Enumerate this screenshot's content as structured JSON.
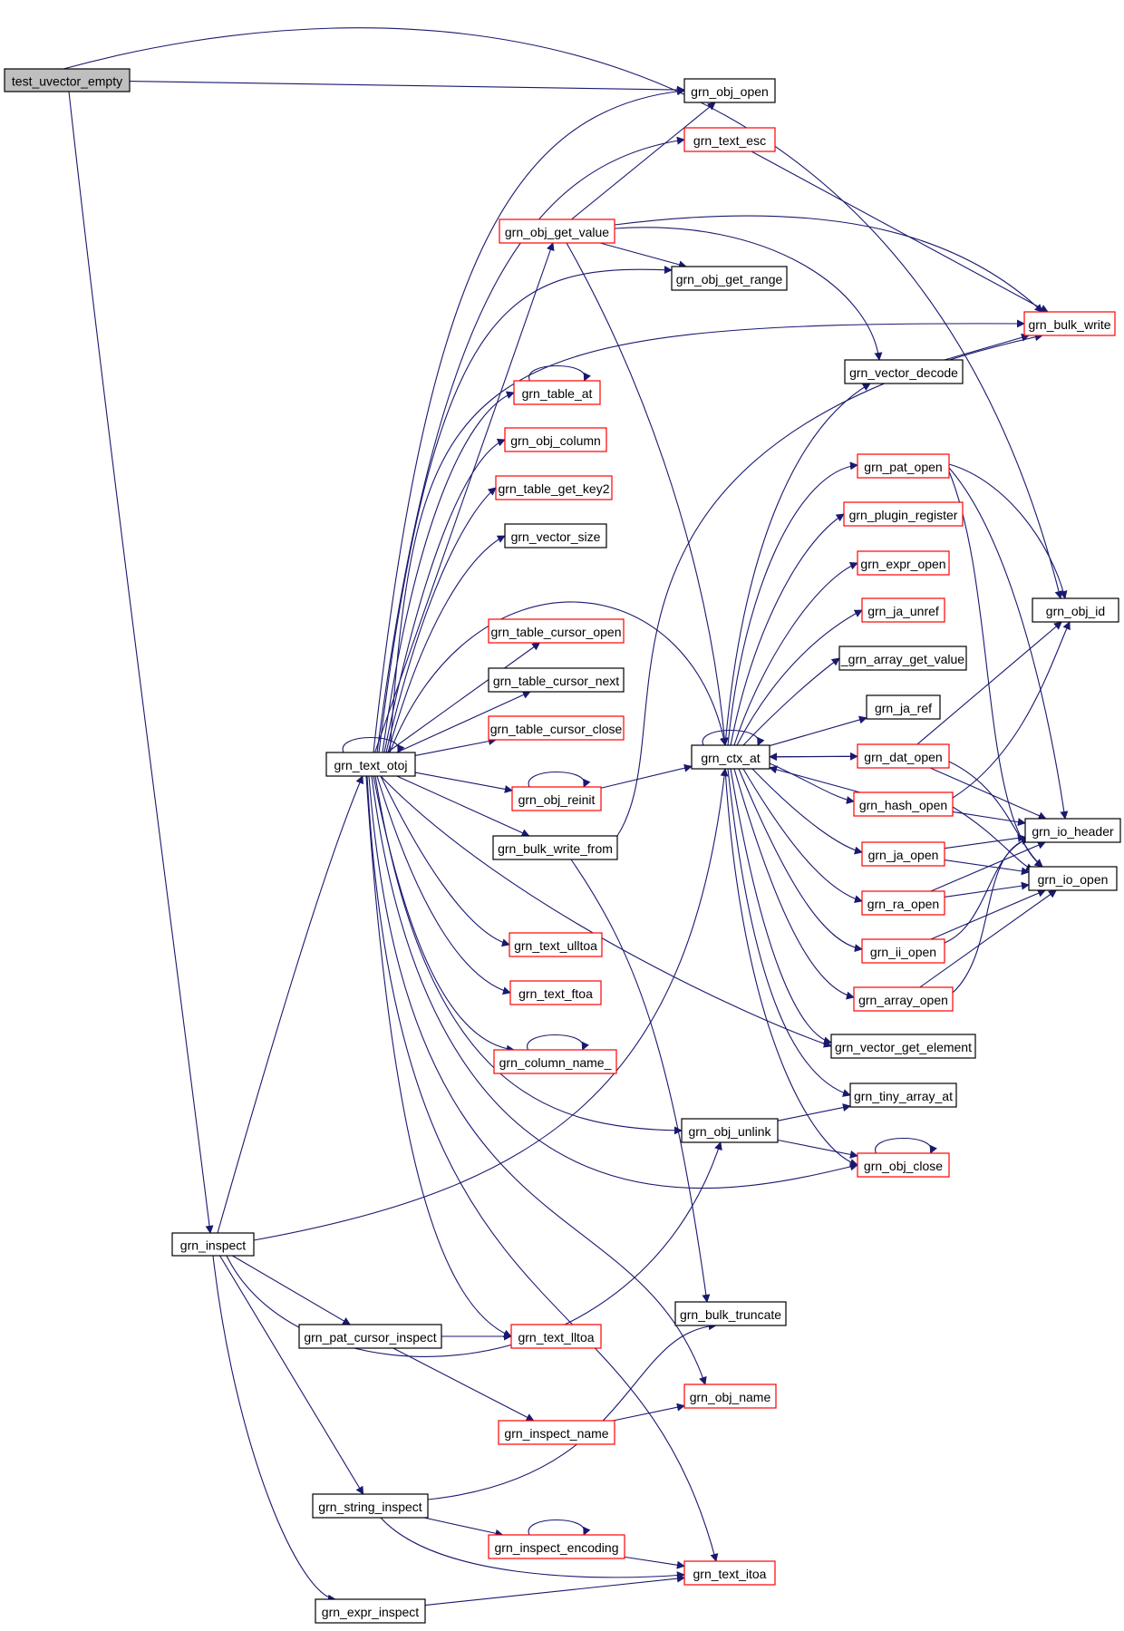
{
  "colors": {
    "edge": "#191970",
    "node_border": "#000000",
    "external_node_border": "#ff0000",
    "root_fill": "#bfbfbf",
    "node_fill": "#ffffff"
  },
  "nodes": [
    {
      "id": "test_uvector_empty",
      "label": "test_uvector_empty",
      "style": "root"
    },
    {
      "id": "grn_obj_open",
      "label": "grn_obj_open",
      "style": "normal"
    },
    {
      "id": "grn_text_esc",
      "label": "grn_text_esc",
      "style": "external"
    },
    {
      "id": "grn_obj_get_value",
      "label": "grn_obj_get_value",
      "style": "external"
    },
    {
      "id": "grn_obj_get_range",
      "label": "grn_obj_get_range",
      "style": "normal"
    },
    {
      "id": "grn_bulk_write",
      "label": "grn_bulk_write",
      "style": "external"
    },
    {
      "id": "grn_vector_decode",
      "label": "grn_vector_decode",
      "style": "normal"
    },
    {
      "id": "grn_table_at",
      "label": "grn_table_at",
      "style": "external"
    },
    {
      "id": "grn_obj_column",
      "label": "grn_obj_column",
      "style": "external"
    },
    {
      "id": "grn_pat_open",
      "label": "grn_pat_open",
      "style": "external"
    },
    {
      "id": "grn_table_get_key2",
      "label": "grn_table_get_key2",
      "style": "external"
    },
    {
      "id": "grn_plugin_register",
      "label": "grn_plugin_register",
      "style": "external"
    },
    {
      "id": "grn_vector_size",
      "label": "grn_vector_size",
      "style": "normal"
    },
    {
      "id": "grn_expr_open",
      "label": "grn_expr_open",
      "style": "external"
    },
    {
      "id": "grn_ja_unref",
      "label": "grn_ja_unref",
      "style": "external"
    },
    {
      "id": "grn_obj_id",
      "label": "grn_obj_id",
      "style": "normal"
    },
    {
      "id": "grn_table_cursor_open",
      "label": "grn_table_cursor_open",
      "style": "external"
    },
    {
      "id": "_grn_array_get_value",
      "label": "_grn_array_get_value",
      "style": "normal"
    },
    {
      "id": "grn_table_cursor_next",
      "label": "grn_table_cursor_next",
      "style": "normal"
    },
    {
      "id": "grn_ja_ref",
      "label": "grn_ja_ref",
      "style": "normal"
    },
    {
      "id": "grn_table_cursor_close",
      "label": "grn_table_cursor_close",
      "style": "external"
    },
    {
      "id": "grn_text_otoj",
      "label": "grn_text_otoj",
      "style": "normal"
    },
    {
      "id": "grn_ctx_at",
      "label": "grn_ctx_at",
      "style": "normal"
    },
    {
      "id": "grn_dat_open",
      "label": "grn_dat_open",
      "style": "external"
    },
    {
      "id": "grn_obj_reinit",
      "label": "grn_obj_reinit",
      "style": "external"
    },
    {
      "id": "grn_hash_open",
      "label": "grn_hash_open",
      "style": "external"
    },
    {
      "id": "grn_io_header",
      "label": "grn_io_header",
      "style": "normal"
    },
    {
      "id": "grn_bulk_write_from",
      "label": "grn_bulk_write_from",
      "style": "normal"
    },
    {
      "id": "grn_ja_open",
      "label": "grn_ja_open",
      "style": "external"
    },
    {
      "id": "grn_io_open",
      "label": "grn_io_open",
      "style": "normal"
    },
    {
      "id": "grn_ra_open",
      "label": "grn_ra_open",
      "style": "external"
    },
    {
      "id": "grn_text_ulltoa",
      "label": "grn_text_ulltoa",
      "style": "external"
    },
    {
      "id": "grn_ii_open",
      "label": "grn_ii_open",
      "style": "external"
    },
    {
      "id": "grn_text_ftoa",
      "label": "grn_text_ftoa",
      "style": "external"
    },
    {
      "id": "grn_array_open",
      "label": "grn_array_open",
      "style": "external"
    },
    {
      "id": "grn_vector_get_element",
      "label": "grn_vector_get_element",
      "style": "normal"
    },
    {
      "id": "grn_column_name_",
      "label": "grn_column_name_",
      "style": "external"
    },
    {
      "id": "grn_tiny_array_at",
      "label": "grn_tiny_array_at",
      "style": "normal"
    },
    {
      "id": "grn_obj_unlink",
      "label": "grn_obj_unlink",
      "style": "normal"
    },
    {
      "id": "grn_obj_close",
      "label": "grn_obj_close",
      "style": "external"
    },
    {
      "id": "grn_inspect",
      "label": "grn_inspect",
      "style": "normal"
    },
    {
      "id": "grn_bulk_truncate",
      "label": "grn_bulk_truncate",
      "style": "normal"
    },
    {
      "id": "grn_pat_cursor_inspect",
      "label": "grn_pat_cursor_inspect",
      "style": "normal"
    },
    {
      "id": "grn_text_lltoa",
      "label": "grn_text_lltoa",
      "style": "external"
    },
    {
      "id": "grn_obj_name",
      "label": "grn_obj_name",
      "style": "external"
    },
    {
      "id": "grn_inspect_name",
      "label": "grn_inspect_name",
      "style": "external"
    },
    {
      "id": "grn_string_inspect",
      "label": "grn_string_inspect",
      "style": "normal"
    },
    {
      "id": "grn_inspect_encoding",
      "label": "grn_inspect_encoding",
      "style": "external"
    },
    {
      "id": "grn_text_itoa",
      "label": "grn_text_itoa",
      "style": "external"
    },
    {
      "id": "grn_expr_inspect",
      "label": "grn_expr_inspect",
      "style": "normal"
    }
  ],
  "edges": [
    {
      "from": "test_uvector_empty",
      "to": "grn_obj_open"
    },
    {
      "from": "test_uvector_empty",
      "to": "grn_obj_id"
    },
    {
      "from": "test_uvector_empty",
      "to": "grn_inspect"
    },
    {
      "from": "grn_obj_get_value",
      "to": "grn_obj_open"
    },
    {
      "from": "grn_obj_get_value",
      "to": "grn_obj_get_range"
    },
    {
      "from": "grn_obj_get_value",
      "to": "grn_bulk_write"
    },
    {
      "from": "grn_obj_get_value",
      "to": "grn_vector_decode"
    },
    {
      "from": "grn_obj_get_value",
      "to": "grn_ctx_at"
    },
    {
      "from": "grn_text_esc",
      "to": "grn_bulk_write"
    },
    {
      "from": "grn_vector_decode",
      "to": "grn_bulk_write"
    },
    {
      "from": "grn_table_at",
      "to": "grn_table_at"
    },
    {
      "from": "grn_text_otoj",
      "to": "grn_text_otoj"
    },
    {
      "from": "grn_text_otoj",
      "to": "grn_obj_open"
    },
    {
      "from": "grn_text_otoj",
      "to": "grn_text_esc"
    },
    {
      "from": "grn_text_otoj",
      "to": "grn_obj_get_value"
    },
    {
      "from": "grn_text_otoj",
      "to": "grn_obj_get_range"
    },
    {
      "from": "grn_text_otoj",
      "to": "grn_bulk_write"
    },
    {
      "from": "grn_text_otoj",
      "to": "grn_table_at"
    },
    {
      "from": "grn_text_otoj",
      "to": "grn_obj_column"
    },
    {
      "from": "grn_text_otoj",
      "to": "grn_table_get_key2"
    },
    {
      "from": "grn_text_otoj",
      "to": "grn_vector_size"
    },
    {
      "from": "grn_text_otoj",
      "to": "grn_ctx_at"
    },
    {
      "from": "grn_text_otoj",
      "to": "grn_table_cursor_open"
    },
    {
      "from": "grn_text_otoj",
      "to": "grn_table_cursor_next"
    },
    {
      "from": "grn_text_otoj",
      "to": "grn_table_cursor_close"
    },
    {
      "from": "grn_text_otoj",
      "to": "grn_obj_reinit"
    },
    {
      "from": "grn_text_otoj",
      "to": "grn_bulk_write_from"
    },
    {
      "from": "grn_text_otoj",
      "to": "grn_text_ulltoa"
    },
    {
      "from": "grn_text_otoj",
      "to": "grn_text_ftoa"
    },
    {
      "from": "grn_text_otoj",
      "to": "grn_column_name_"
    },
    {
      "from": "grn_text_otoj",
      "to": "grn_vector_get_element"
    },
    {
      "from": "grn_text_otoj",
      "to": "grn_obj_unlink"
    },
    {
      "from": "grn_text_otoj",
      "to": "grn_obj_close"
    },
    {
      "from": "grn_text_otoj",
      "to": "grn_text_lltoa"
    },
    {
      "from": "grn_text_otoj",
      "to": "grn_obj_name"
    },
    {
      "from": "grn_text_otoj",
      "to": "grn_text_itoa"
    },
    {
      "from": "grn_obj_reinit",
      "to": "grn_obj_reinit"
    },
    {
      "from": "grn_obj_reinit",
      "to": "grn_ctx_at"
    },
    {
      "from": "grn_column_name_",
      "to": "grn_column_name_"
    },
    {
      "from": "grn_bulk_write_from",
      "to": "grn_bulk_write"
    },
    {
      "from": "grn_bulk_write_from",
      "to": "grn_bulk_truncate"
    },
    {
      "from": "grn_ctx_at",
      "to": "grn_ctx_at"
    },
    {
      "from": "grn_ctx_at",
      "to": "grn_vector_decode"
    },
    {
      "from": "grn_ctx_at",
      "to": "grn_pat_open"
    },
    {
      "from": "grn_ctx_at",
      "to": "grn_plugin_register"
    },
    {
      "from": "grn_ctx_at",
      "to": "grn_expr_open"
    },
    {
      "from": "grn_ctx_at",
      "to": "grn_ja_unref"
    },
    {
      "from": "grn_ctx_at",
      "to": "_grn_array_get_value"
    },
    {
      "from": "grn_ctx_at",
      "to": "grn_ja_ref"
    },
    {
      "from": "grn_ctx_at",
      "to": "grn_dat_open"
    },
    {
      "from": "grn_ctx_at",
      "to": "grn_hash_open"
    },
    {
      "from": "grn_ctx_at",
      "to": "grn_ja_open"
    },
    {
      "from": "grn_ctx_at",
      "to": "grn_ra_open"
    },
    {
      "from": "grn_ctx_at",
      "to": "grn_ii_open"
    },
    {
      "from": "grn_ctx_at",
      "to": "grn_array_open"
    },
    {
      "from": "grn_ctx_at",
      "to": "grn_vector_get_element"
    },
    {
      "from": "grn_ctx_at",
      "to": "grn_tiny_array_at"
    },
    {
      "from": "grn_ctx_at",
      "to": "grn_obj_close"
    },
    {
      "from": "grn_pat_open",
      "to": "grn_obj_id"
    },
    {
      "from": "grn_pat_open",
      "to": "grn_io_header"
    },
    {
      "from": "grn_pat_open",
      "to": "grn_io_open"
    },
    {
      "from": "grn_dat_open",
      "to": "grn_ctx_at"
    },
    {
      "from": "grn_dat_open",
      "to": "grn_obj_id"
    },
    {
      "from": "grn_dat_open",
      "to": "grn_io_header"
    },
    {
      "from": "grn_dat_open",
      "to": "grn_io_open"
    },
    {
      "from": "grn_hash_open",
      "to": "grn_ctx_at"
    },
    {
      "from": "grn_hash_open",
      "to": "grn_obj_id"
    },
    {
      "from": "grn_hash_open",
      "to": "grn_io_header"
    },
    {
      "from": "grn_hash_open",
      "to": "grn_io_open"
    },
    {
      "from": "grn_ja_open",
      "to": "grn_io_header"
    },
    {
      "from": "grn_ja_open",
      "to": "grn_io_open"
    },
    {
      "from": "grn_ra_open",
      "to": "grn_io_header"
    },
    {
      "from": "grn_ra_open",
      "to": "grn_io_open"
    },
    {
      "from": "grn_ii_open",
      "to": "grn_io_header"
    },
    {
      "from": "grn_ii_open",
      "to": "grn_io_open"
    },
    {
      "from": "grn_array_open",
      "to": "grn_io_header"
    },
    {
      "from": "grn_array_open",
      "to": "grn_io_open"
    },
    {
      "from": "grn_obj_unlink",
      "to": "grn_tiny_array_at"
    },
    {
      "from": "grn_obj_unlink",
      "to": "grn_obj_close"
    },
    {
      "from": "grn_obj_close",
      "to": "grn_obj_close"
    },
    {
      "from": "grn_inspect",
      "to": "grn_text_otoj"
    },
    {
      "from": "grn_inspect",
      "to": "grn_ctx_at"
    },
    {
      "from": "grn_inspect",
      "to": "grn_obj_unlink"
    },
    {
      "from": "grn_inspect",
      "to": "grn_pat_cursor_inspect"
    },
    {
      "from": "grn_inspect",
      "to": "grn_string_inspect"
    },
    {
      "from": "grn_inspect",
      "to": "grn_expr_inspect"
    },
    {
      "from": "grn_pat_cursor_inspect",
      "to": "grn_text_lltoa"
    },
    {
      "from": "grn_pat_cursor_inspect",
      "to": "grn_inspect_name"
    },
    {
      "from": "grn_inspect_name",
      "to": "grn_obj_name"
    },
    {
      "from": "grn_string_inspect",
      "to": "grn_bulk_truncate"
    },
    {
      "from": "grn_string_inspect",
      "to": "grn_inspect_encoding"
    },
    {
      "from": "grn_string_inspect",
      "to": "grn_text_itoa"
    },
    {
      "from": "grn_inspect_encoding",
      "to": "grn_inspect_encoding"
    },
    {
      "from": "grn_inspect_encoding",
      "to": "grn_text_itoa"
    },
    {
      "from": "grn_expr_inspect",
      "to": "grn_text_itoa"
    }
  ]
}
